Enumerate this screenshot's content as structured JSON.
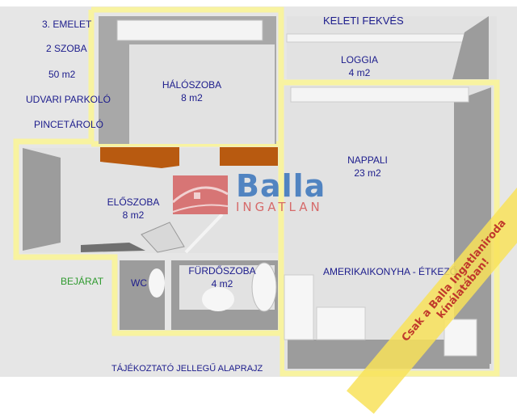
{
  "info": {
    "floor": "3. EMELET",
    "rooms_count": "2  SZOBA",
    "area": "50 m2",
    "parking": "UDVARI PARKOLÓ",
    "storage": "PINCETÁROLÓ"
  },
  "orientation": "KELETI FEKVÉS",
  "rooms": {
    "bedroom": {
      "name": "HÁLÓSZOBA",
      "area": "8 m2"
    },
    "loggia": {
      "name": "LOGGIA",
      "area": "4 m2"
    },
    "living": {
      "name": "NAPPALI",
      "area": "23 m2"
    },
    "hall": {
      "name": "ELŐSZOBA",
      "area": "8 m2"
    },
    "bathroom": {
      "name": "FÜRDŐSZOBA",
      "area": "4 m2"
    },
    "wc": {
      "name": "WC"
    },
    "kitchen": {
      "name": "AMERIKAIKONYHA - ÉTKEZŐ"
    }
  },
  "entrance": "BEJÁRAT",
  "footer_note": "TÁJÉKOZTATÓ JELLEGŰ ALAPRAJZ",
  "watermark": {
    "brand": "Balla",
    "sub": "INGATLAN"
  },
  "banner": {
    "line1": "Csak a Balla Ingatlaniroda",
    "line2": "kínálatában!"
  },
  "colors": {
    "wall_highlight": "#f8f3a0",
    "floor": "#e4e4e4",
    "wall": "#9a9a9a",
    "label": "#1c1c8c",
    "brand_blue": "#4a7fc0",
    "brand_red": "#d66a6a"
  }
}
